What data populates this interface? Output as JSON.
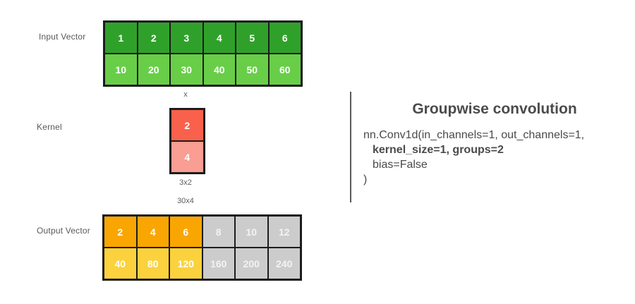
{
  "labels": {
    "input_vector": "Input Vector",
    "kernel": "Kernel",
    "output_vector": "Output Vector",
    "multiply_sign": "x",
    "kernel_dims": "3x2",
    "output_dims": "30x4"
  },
  "input_vector": {
    "row1": [
      "1",
      "2",
      "3",
      "4",
      "5",
      "6"
    ],
    "row2": [
      "10",
      "20",
      "30",
      "40",
      "50",
      "60"
    ]
  },
  "kernel": {
    "cells": [
      "2",
      "4"
    ]
  },
  "output_vector": {
    "row1": [
      "2",
      "4",
      "6",
      "8",
      "10",
      "12"
    ],
    "row2": [
      "40",
      "80",
      "120",
      "160",
      "200",
      "240"
    ]
  },
  "panel": {
    "title": "Groupwise convolution",
    "code_lines": [
      "nn.Conv1d(in_channels=1, out_channels=1,",
      "kernel_size=1, groups=2",
      "bias=False",
      ")"
    ]
  },
  "colors": {
    "input_row1": "#2fa12a",
    "input_row2": "#68ce48",
    "kernel_cell1": "#f9614c",
    "kernel_cell2": "#fa9d92",
    "output_active_row1": "#f9a602",
    "output_active_row2": "#fbd23d",
    "output_inactive": "#cccccc",
    "cell_border": "#1c1c1c",
    "label_text": "#595959",
    "title_text": "#4b4b4b",
    "code_text": "#4a4a4a"
  }
}
